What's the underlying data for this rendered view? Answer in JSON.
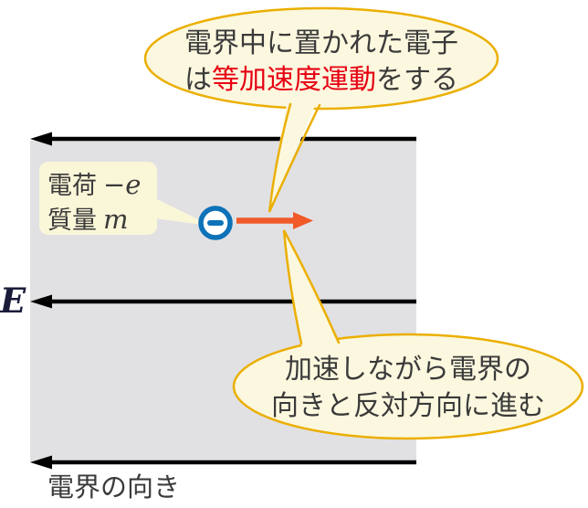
{
  "top_bubble": {
    "line1": "電界中に置かれた電子",
    "line2_prefix": "は",
    "line2_highlight": "等加速度運動",
    "line2_suffix": "をする"
  },
  "electron_label": {
    "line1_label": "電荷",
    "line1_value": "−e",
    "line2_label": "質量",
    "line2_value": "m"
  },
  "field": {
    "symbol": "E",
    "direction_label": "電界の向き"
  },
  "bottom_bubble": {
    "line1": "加速しながら電界の",
    "line2": "向きと反対方向に進む"
  },
  "icons": {
    "electron": "minus-in-circle-icon",
    "field_arrows": "left-arrow-icon",
    "acceleration_arrow": "right-arrow-icon"
  },
  "colors": {
    "bubble_fill": "#FCF8DF",
    "bubble_border": "#EBAF00",
    "label_box_fill": "#FAF6D8",
    "field_region": "#E1E1E4",
    "field_arrow": "#000000",
    "acceleration_arrow": "#F15A29",
    "electron_blue": "#0D72B8",
    "text_dark": "#3A3A3A",
    "highlight_red": "#E60012"
  }
}
